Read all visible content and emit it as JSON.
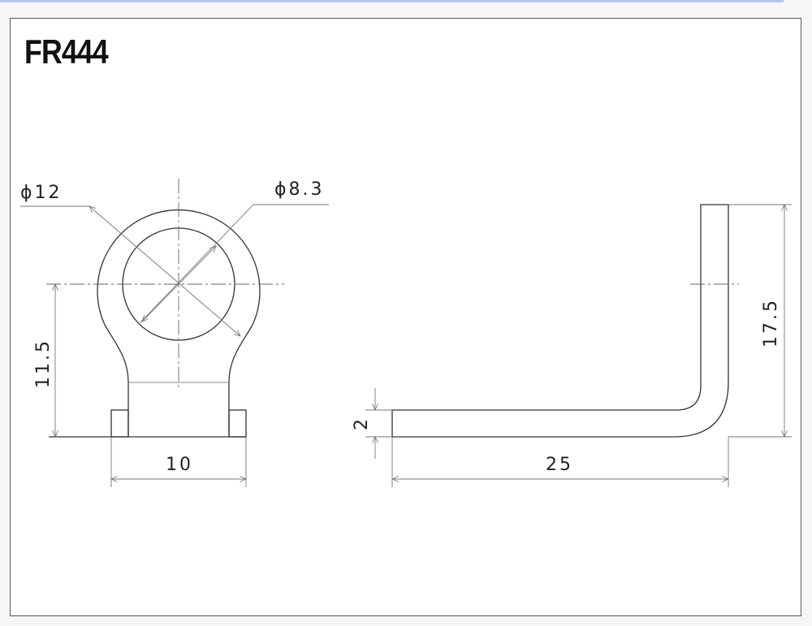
{
  "title": "FR444",
  "front_view": {
    "outer_diameter_label": "ϕ12",
    "inner_diameter_label": "ϕ8.3",
    "height_label": "11.5",
    "width_label": "10"
  },
  "side_view": {
    "height_label": "17.5",
    "thickness_label": "2",
    "length_label": "25"
  },
  "colors": {
    "line": "#333333",
    "dim_line": "#888888",
    "top_bar": "#b9c6ea"
  }
}
